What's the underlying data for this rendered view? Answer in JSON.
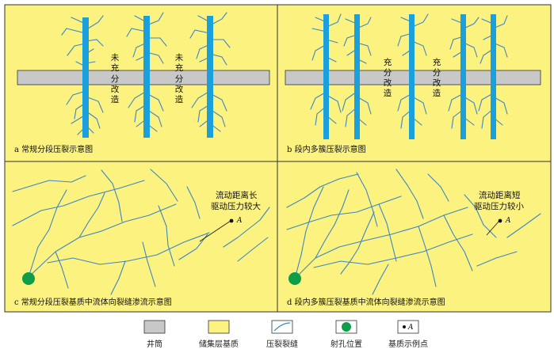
{
  "colors": {
    "matrix": "#fbf280",
    "wellbore": "#c8c8c8",
    "fracture": "#1aa0dc",
    "crack": "#3d86c6",
    "perforation": "#0e9e48",
    "border": "#333333"
  },
  "panels": [
    {
      "caption": "a 常规分段压裂示意图"
    },
    {
      "caption": "b 段内多簇压裂示意图"
    },
    {
      "caption": "c 常规分段压裂基质中流体向裂缝渗流示意图"
    },
    {
      "caption": "d 段内多簇压裂基质中流体向裂缝渗流示意图"
    }
  ],
  "labels": {
    "unstimulated": [
      "未",
      "充",
      "分",
      "改",
      "造"
    ],
    "unstimulated_b": [
      "充",
      "分",
      "改",
      "造"
    ],
    "c_annotation": [
      "流动距离长",
      "驱动压力较大"
    ],
    "d_annotation": [
      "流动距离短",
      "驱动压力较小"
    ],
    "point": "A"
  },
  "legend": [
    {
      "icon": "wellbore-swatch",
      "label": "井筒"
    },
    {
      "icon": "matrix-swatch",
      "label": "储集层基质"
    },
    {
      "icon": "crack-icon",
      "label": "压裂裂缝"
    },
    {
      "icon": "perforation-icon",
      "label": "射孔位置"
    },
    {
      "icon": "point-icon",
      "label": "基质示例点",
      "symbol": "A"
    }
  ]
}
